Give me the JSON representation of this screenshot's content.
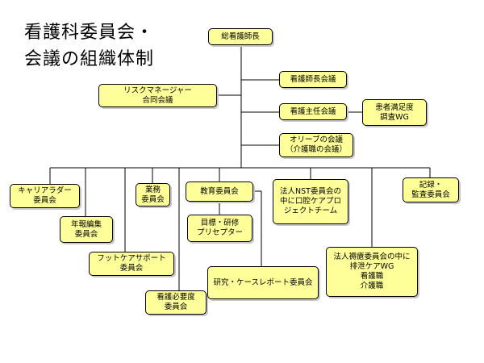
{
  "title": {
    "line1": "看護科委員会・",
    "line2": "会議の組織体制"
  },
  "nodes": {
    "head_nurse": [
      "総看護師長"
    ],
    "ward_managers": [
      "看護師長会議"
    ],
    "risk_manager": [
      "リスクマネージャー",
      "合同会議"
    ],
    "chief_nurses": [
      "看護主任会議"
    ],
    "patient_satisfaction": [
      "患者満足度",
      "調査WG"
    ],
    "olive": [
      "オリーブの会議",
      "（介護職の会議）"
    ],
    "career_ladder": [
      "キャリアラダー",
      "委員会"
    ],
    "annual_report": [
      "年報編集",
      "委員会"
    ],
    "foot_care": [
      "フットケアサポート",
      "委員会"
    ],
    "operations": [
      "業務",
      "委員会"
    ],
    "nursing_needs": [
      "看護必要度",
      "委員会"
    ],
    "education": [
      "教育委員会"
    ],
    "goals_training": [
      "目標・研修",
      "プリセプター"
    ],
    "research": [
      "研究・ケースレポート委員会"
    ],
    "nst": [
      "法人NST委員会の",
      "中に口腔ケアプロ",
      "ジェクトチーム"
    ],
    "pressure_ulcer": [
      "法人褥瘡委員会の中に",
      "排泄ケアWG",
      "看護職",
      "介護職"
    ],
    "records": [
      "記録・",
      "監査委員会"
    ]
  }
}
